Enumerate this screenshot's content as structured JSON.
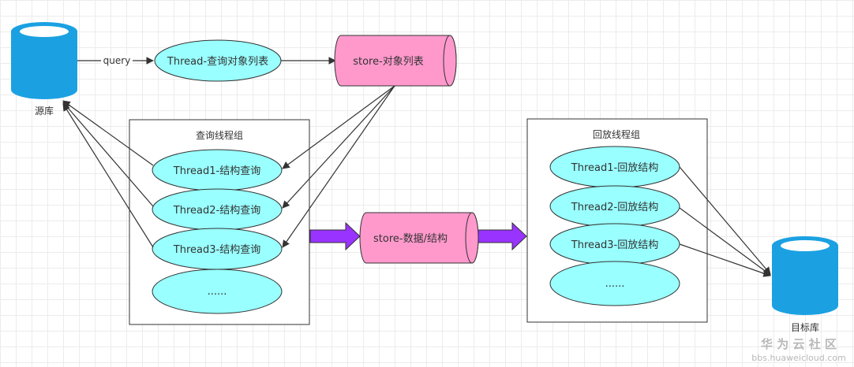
{
  "source_db": {
    "label": "源库",
    "color": "#1ba1e2"
  },
  "target_db": {
    "label": "目标库",
    "color": "#1ba1e2"
  },
  "query_edge": {
    "label": "query"
  },
  "query_list_thread": {
    "label": "Thread-查询对象列表"
  },
  "store_object_list": {
    "label": "store-对象列表"
  },
  "store_data": {
    "label": "store-数据/结构"
  },
  "query_group": {
    "title": "查询线程组",
    "threads": [
      "Thread1-结构查询",
      "Thread2-结构查询",
      "Thread3-结构查询",
      "......"
    ]
  },
  "replay_group": {
    "title": "回放线程组",
    "threads": [
      "Thread1-回放结构",
      "Thread2-回放结构",
      "Thread3-回放结构",
      "......"
    ]
  },
  "colors": {
    "thread_fill": "#99ffff",
    "store_fill": "#ff99cc",
    "arrow_fill": "#9933ff",
    "db_fill": "#1ba1e2"
  },
  "watermark": {
    "title": "华 为 云 社 区",
    "url": "bbs.huaweicloud.com"
  }
}
